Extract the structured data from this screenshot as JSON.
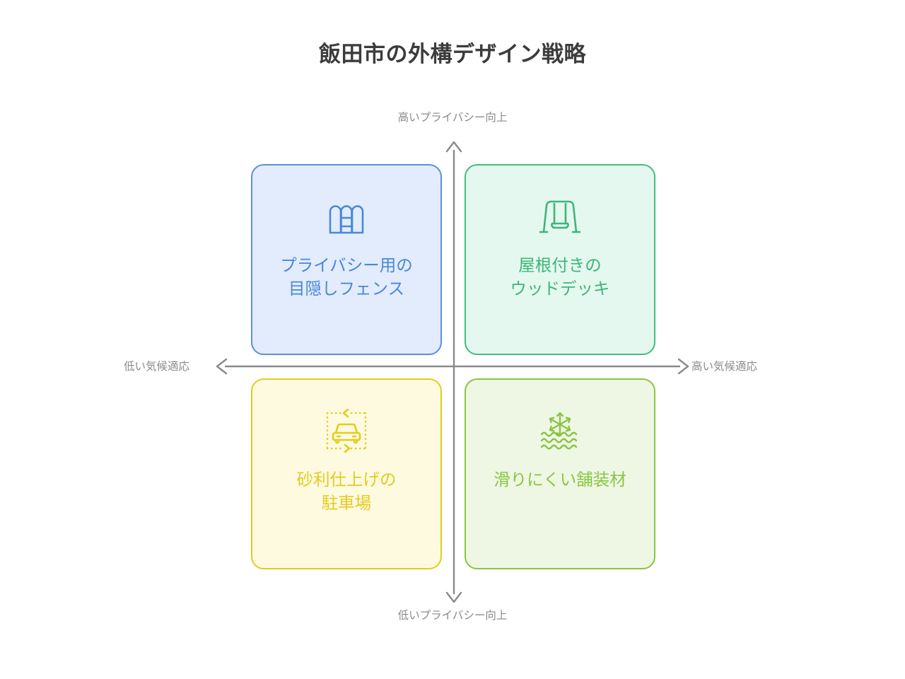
{
  "title": "飯田市の外構デザイン戦略",
  "axes": {
    "y_high_label": "高いプライバシー向上",
    "y_low_label": "低いプライバシー向上",
    "x_low_label": "低い気候適応",
    "x_high_label": "高い気候適応",
    "axis_color": "#8a8a8a"
  },
  "quadrants": [
    {
      "position": "top-left",
      "label": "プライバシー用の\n目隠しフェンス",
      "icon": "fence-icon",
      "color": "#4a87d8",
      "border_color": "#5b8fd9",
      "fill_color": "#e2ecfd"
    },
    {
      "position": "top-right",
      "label": "屋根付きの\nウッドデッキ",
      "icon": "swing-icon",
      "color": "#3cb679",
      "border_color": "#43bd80",
      "fill_color": "#e5f8ef"
    },
    {
      "position": "bottom-left",
      "label": "砂利仕上げの\n駐車場",
      "icon": "parking-car-icon",
      "color": "#e3cc1f",
      "border_color": "#e3cc1f",
      "fill_color": "#fdfae0"
    },
    {
      "position": "bottom-right",
      "label": "滑りにくい舗装材",
      "icon": "snowflake-waves-icon",
      "color": "#8cc441",
      "border_color": "#8cc441",
      "fill_color": "#eef7e4"
    }
  ],
  "chart_data": {
    "type": "scatter",
    "title": "飯田市の外構デザイン戦略",
    "xlabel": "気候適応",
    "ylabel": "プライバシー向上",
    "x_axis_low": "低い気候適応",
    "x_axis_high": "高い気候適応",
    "y_axis_low": "低いプライバシー向上",
    "y_axis_high": "高いプライバシー向上",
    "grid": false,
    "legend": "none",
    "points": [
      {
        "label": "プライバシー用の目隠しフェンス",
        "x": "low",
        "y": "high",
        "quadrant": "top-left"
      },
      {
        "label": "屋根付きのウッドデッキ",
        "x": "high",
        "y": "high",
        "quadrant": "top-right"
      },
      {
        "label": "砂利仕上げの駐車場",
        "x": "low",
        "y": "low",
        "quadrant": "bottom-left"
      },
      {
        "label": "滑りにくい舗装材",
        "x": "high",
        "y": "low",
        "quadrant": "bottom-right"
      }
    ]
  }
}
